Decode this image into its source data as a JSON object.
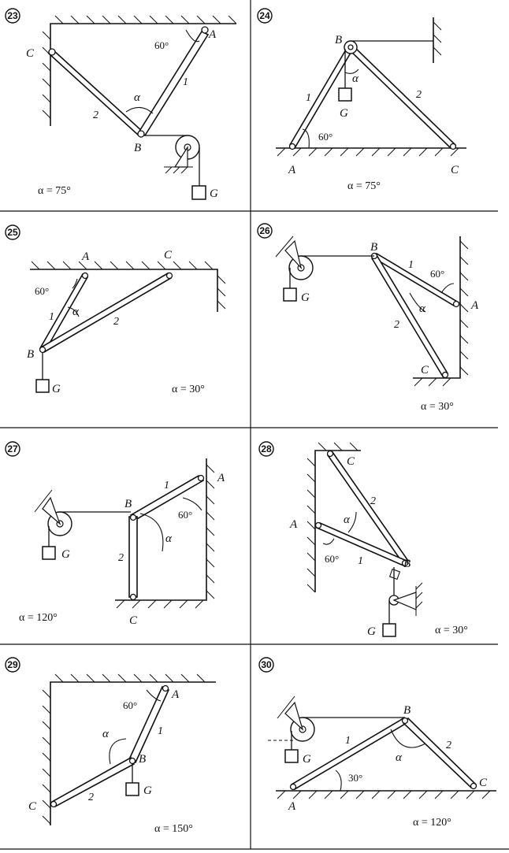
{
  "panels": [
    {
      "number": "23",
      "alpha_text": "α = 75°",
      "labels": {
        "A": "A",
        "B": "B",
        "C": "C",
        "G": "G"
      },
      "rods": {
        "r1": "1",
        "r2": "2"
      },
      "angle_given": "60°",
      "angle_alpha": "α"
    },
    {
      "number": "24",
      "alpha_text": "α = 75°",
      "labels": {
        "A": "A",
        "B": "B",
        "C": "C",
        "G": "G"
      },
      "rods": {
        "r1": "1",
        "r2": "2"
      },
      "angle_given": "60°",
      "angle_alpha": "α"
    },
    {
      "number": "25",
      "alpha_text": "α = 30°",
      "labels": {
        "A": "A",
        "B": "B",
        "C": "C",
        "G": "G"
      },
      "rods": {
        "r1": "1",
        "r2": "2"
      },
      "angle_given": "60°",
      "angle_alpha": "α"
    },
    {
      "number": "26",
      "alpha_text": "α = 30°",
      "labels": {
        "A": "A",
        "B": "B",
        "C": "C",
        "G": "G"
      },
      "rods": {
        "r1": "1",
        "r2": "2"
      },
      "angle_given": "60°",
      "angle_alpha": "α"
    },
    {
      "number": "27",
      "alpha_text": "α = 120°",
      "labels": {
        "A": "A",
        "B": "B",
        "C": "C",
        "G": "G"
      },
      "rods": {
        "r1": "1",
        "r2": "2"
      },
      "angle_given": "60°",
      "angle_alpha": "α"
    },
    {
      "number": "28",
      "alpha_text": "α = 30°",
      "labels": {
        "A": "A",
        "B": "B",
        "C": "C",
        "G": "G"
      },
      "rods": {
        "r1": "1",
        "r2": "2"
      },
      "angle_given": "60°",
      "angle_alpha": "α"
    },
    {
      "number": "29",
      "alpha_text": "α = 150°",
      "labels": {
        "A": "A",
        "B": "B",
        "C": "C",
        "G": "G"
      },
      "rods": {
        "r1": "1",
        "r2": "2"
      },
      "angle_given": "60°",
      "angle_alpha": "α"
    },
    {
      "number": "30",
      "alpha_text": "α = 120°",
      "labels": {
        "A": "A",
        "B": "B",
        "C": "C",
        "G": "G"
      },
      "rods": {
        "r1": "1",
        "r2": "2"
      },
      "angle_given": "30°",
      "angle_alpha": "α"
    }
  ]
}
